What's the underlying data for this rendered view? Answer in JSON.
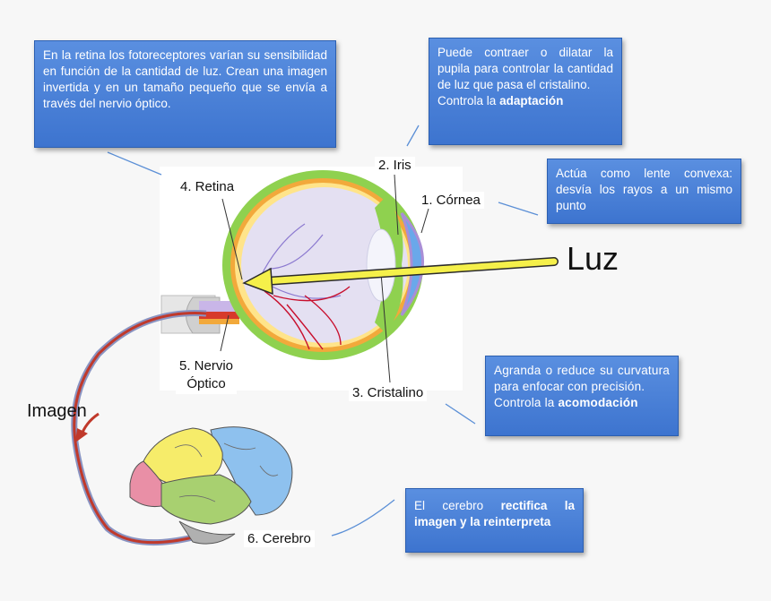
{
  "labels": {
    "retina": "4. Retina",
    "iris": "2. Iris",
    "cornea": "1. Córnea",
    "nervio_line1": "5. Nervio",
    "nervio_line2": "Óptico",
    "cristalino": "3. Cristalino",
    "cerebro": "6. Cerebro",
    "luz": "Luz",
    "imagen": "Imagen"
  },
  "notes": {
    "retina": "En la retina los fotoreceptores varían su sensibilidad en función de la cantidad de luz. Crean una imagen invertida  y en un tamaño pequeño que se envía a través del nervio óptico.",
    "iris_text": "Puede contraer o dilatar la pupila para controlar la cantidad de luz que pasa el cristalino.",
    "iris_prefix": "Controla la",
    "iris_bold": "adaptación",
    "cornea": "Actúa como lente convexa: desvía los rayos a un mismo punto",
    "cristalino_text": "Agranda o reduce su curvatura para enfocar con precisión.",
    "cristalino_prefix": "Controla la",
    "cristalino_bold": "acomodación",
    "cerebro_prefix": "El cerebro",
    "cerebro_bold": "rectifica la imagen y la reinterpreta"
  },
  "colors": {
    "note_blue": "#4a82dc",
    "arrow_yellow": "#f5f04a",
    "eye_green": "#8fd14f",
    "eye_orange": "#f2a93b",
    "eye_purple_inner": "#e4e0f2",
    "cornea_blue": "#6aa8ea",
    "vein_red": "#c8102e",
    "nerve_red": "#c0392b"
  }
}
